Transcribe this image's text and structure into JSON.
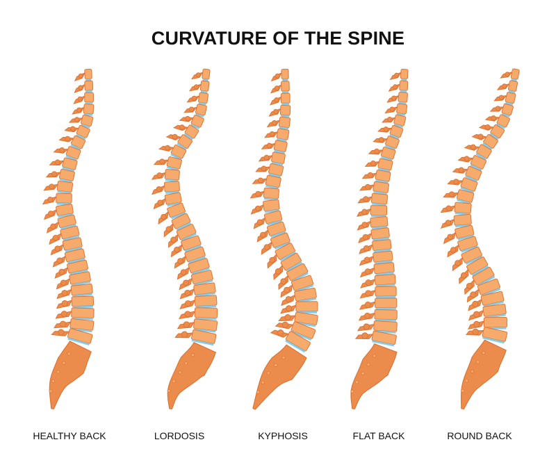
{
  "title": "CURVATURE OF THE SPINE",
  "colors": {
    "bone": "#f6aa6c",
    "outline": "#dd7434",
    "process": "#ec8c4c",
    "disc": "#7fcdf0"
  },
  "spines": [
    {
      "id": "healthy-back",
      "label": "HEALTHY BACK"
    },
    {
      "id": "lordosis",
      "label": "LORDOSIS"
    },
    {
      "id": "kyphosis",
      "label": "KYPHOSIS"
    },
    {
      "id": "flat-back",
      "label": "FLAT BACK"
    },
    {
      "id": "round-back",
      "label": "ROUND BACK"
    }
  ]
}
